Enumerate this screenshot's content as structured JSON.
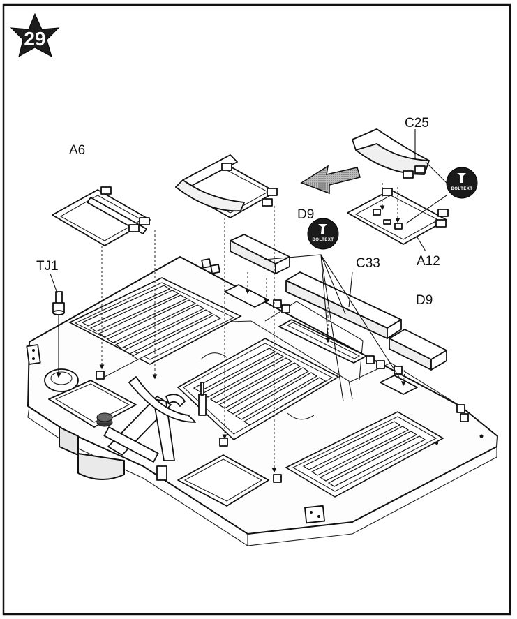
{
  "step": {
    "number": "29"
  },
  "glue_badge": {
    "text": "BOLTEXT"
  },
  "labels": {
    "a6": "A6",
    "tj1": "TJ1",
    "d9_top": "D9",
    "c25": "C25",
    "a12": "A12",
    "c33": "C33",
    "d9_right": "D9"
  },
  "colors": {
    "ink": "#111111",
    "paper": "#ffffff",
    "badge": "#1a1a1a"
  }
}
